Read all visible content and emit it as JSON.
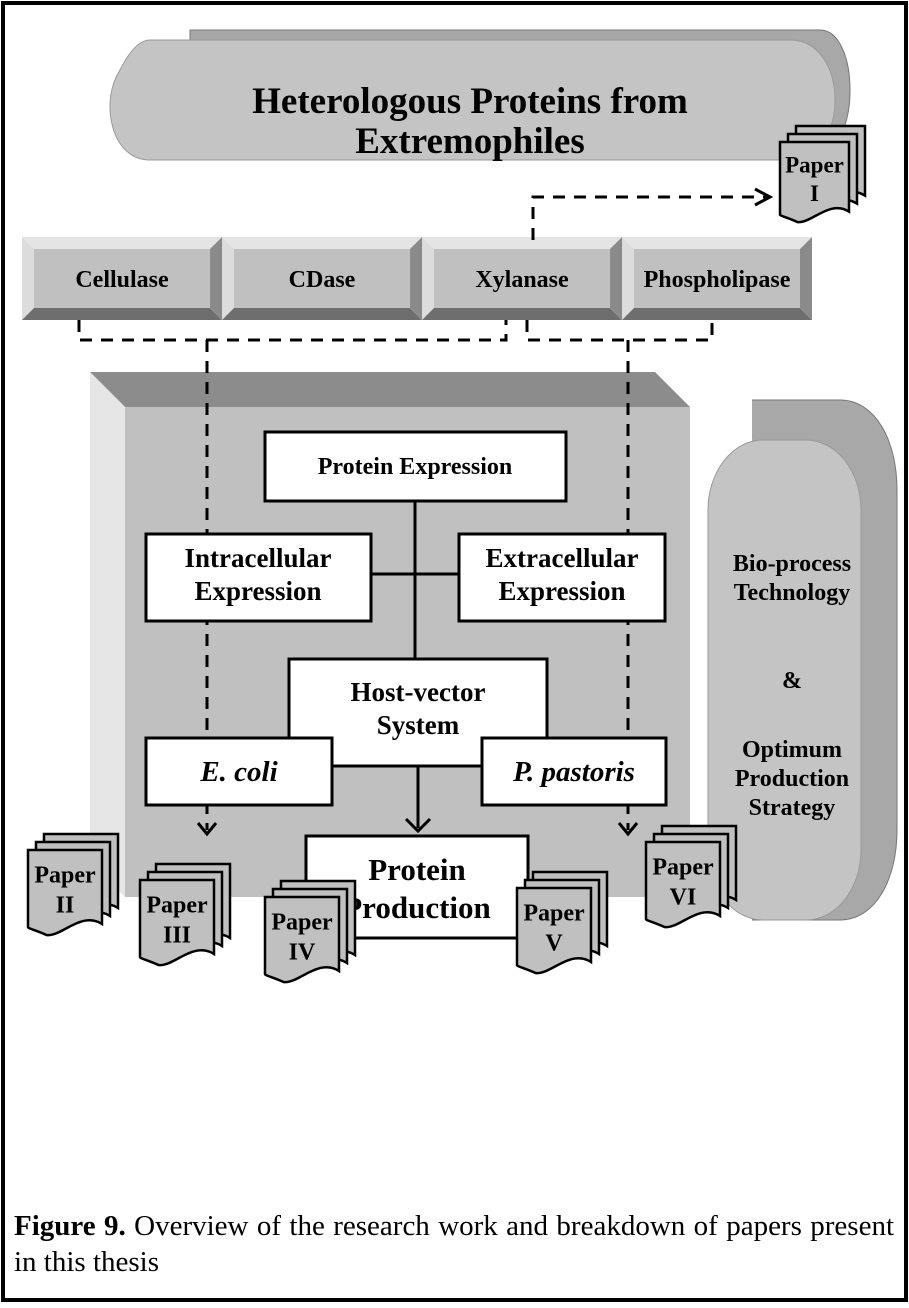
{
  "title": {
    "line1": "Heterologous Proteins from",
    "line2": "Extremophiles"
  },
  "enzymes": [
    "Cellulase",
    "CDase",
    "Xylanase",
    "Phospholipase"
  ],
  "expression": {
    "protein_expression": "Protein Expression",
    "intracellular": [
      "Intracellular",
      "Expression"
    ],
    "extracellular": [
      "Extracellular",
      "Expression"
    ],
    "host_vector": [
      "Host-vector",
      "System"
    ],
    "ecoli": "E. coli",
    "ppastoris": "P. pastoris",
    "protein_production": [
      "Protein",
      "Production"
    ]
  },
  "bioprocess": {
    "lines": [
      "Bio-process",
      "Technology",
      "&",
      "Optimum",
      "Production",
      "Strategy"
    ]
  },
  "papers": {
    "p1": [
      "Paper",
      "I"
    ],
    "p2": [
      "Paper",
      "II"
    ],
    "p3": [
      "Paper",
      "III"
    ],
    "p4": [
      "Paper",
      "IV"
    ],
    "p5": [
      "Paper",
      "V"
    ],
    "p6": [
      "Paper",
      "VI"
    ]
  },
  "caption": {
    "label": "Figure 9.",
    "text": " Overview of the research work and breakdown of papers present in this thesis"
  },
  "colors": {
    "fill_gray": "#c0c0c0",
    "dark_gray": "#808080",
    "light_gray": "#e0e0e0",
    "stroke": "#000000"
  }
}
